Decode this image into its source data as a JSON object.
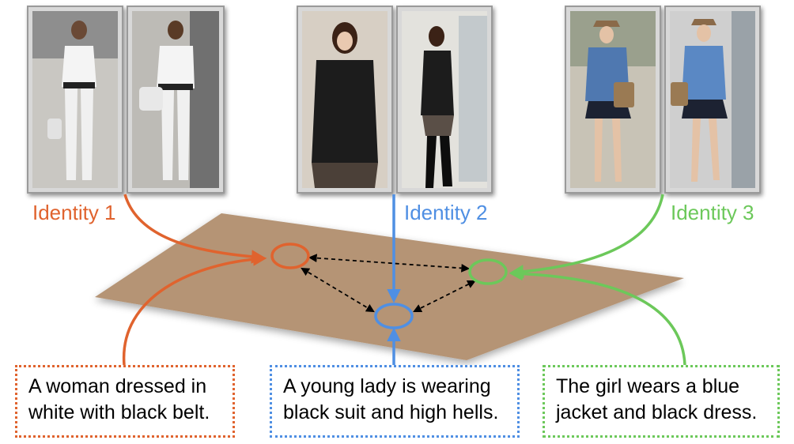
{
  "colors": {
    "identity1": "#e0632e",
    "identity2": "#4f8fe3",
    "identity3": "#6cc85a",
    "plane": "#b59475",
    "neutral_arrow": "#000000"
  },
  "identities": [
    {
      "label": "Identity 1",
      "caption": [
        "A woman dressed in",
        "white with black belt."
      ]
    },
    {
      "label": "Identity 2",
      "caption": [
        "A young lady is wearing",
        "black suit and high hells."
      ]
    },
    {
      "label": "Identity 3",
      "caption": [
        "The girl wears a blue",
        "jacket and black dress."
      ]
    }
  ]
}
